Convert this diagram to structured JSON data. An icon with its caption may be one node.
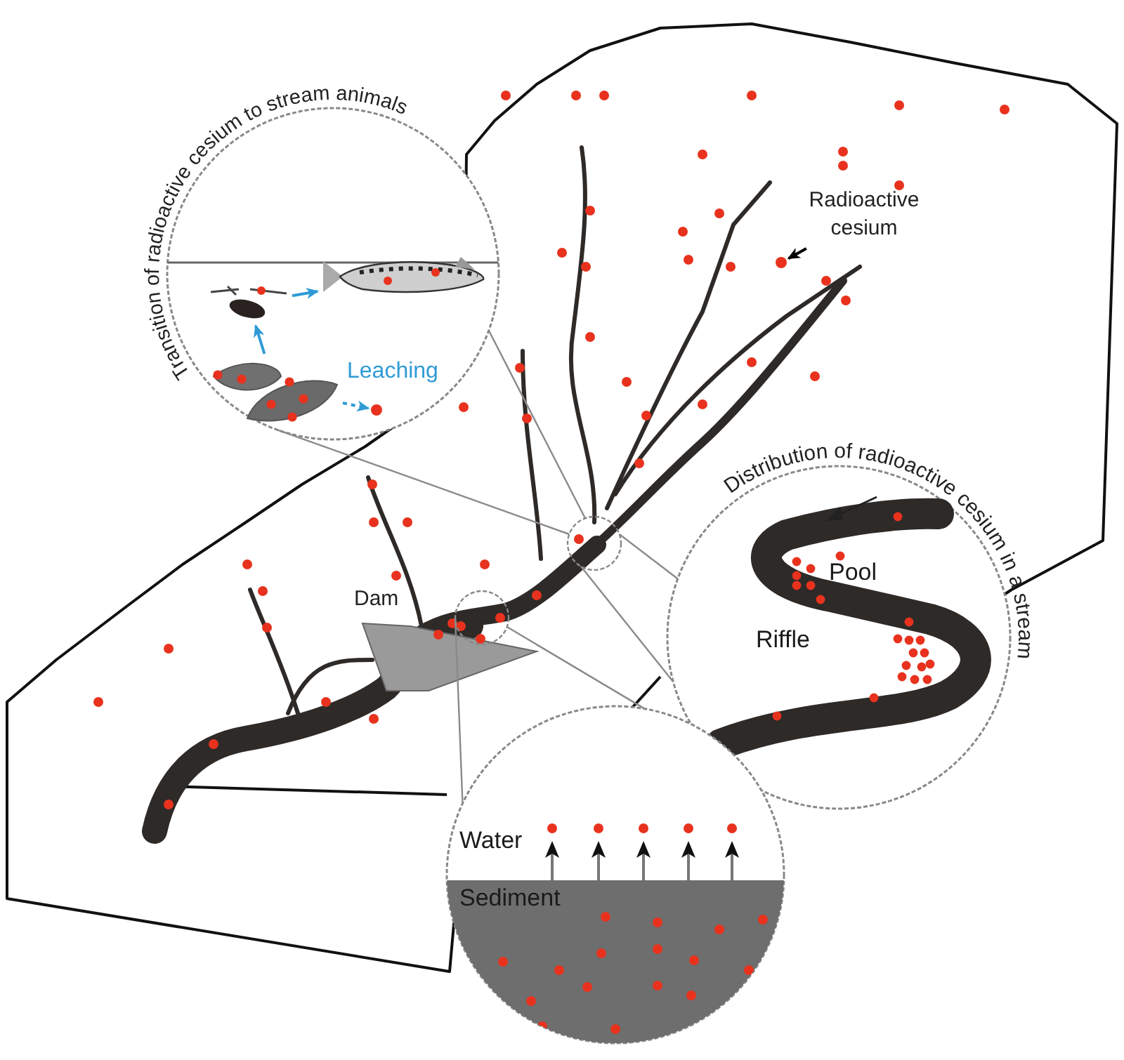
{
  "diagram": {
    "nodes": [
      {
        "text": [
          "Transition of radioactive cesium to stream animals"
        ]
      },
      {
        "text": [],
        "shape": "picture",
        "in": 0
      },
      {
        "text": [],
        "shape": "picture",
        "in": 0
      },
      {
        "text": [],
        "shape": "picture",
        "in": 0
      },
      {
        "text": [],
        "shape": "circle",
        "in": 0
      },
      {
        "text": [
          "Radioactive cesium"
        ]
      },
      {
        "text": [],
        "shape": "circle"
      },
      {
        "text": [],
        "shape": "circle"
      },
      {
        "text": [],
        "shape": "circle"
      },
      {
        "text": [
          "Distribution of radioactive cesium in a stream",
          "Pool",
          "Riffle"
        ]
      },
      {
        "text": [
          "Water",
          "Sediment"
        ]
      }
    ],
    "edges": [
      {
        "from": 3,
        "to": 1,
        "arrow": "to",
        "color": "#2f9bd6"
      },
      {
        "from": 1,
        "to": 2,
        "arrow": "to",
        "color": "#2f9bd6"
      },
      {
        "from": 3,
        "to": 4,
        "arrow": "to",
        "label": "Leaching",
        "style": "dashed",
        "color": "#2f9bd6"
      },
      {
        "from": 5,
        "to": 6,
        "arrow": "to",
        "color": "#000000"
      },
      {
        "from": 7,
        "to": 0,
        "arrow": "none",
        "color": "#8a8a8a"
      },
      {
        "from": 7,
        "to": 0,
        "arrow": "none",
        "color": "#8a8a8a"
      },
      {
        "from": 7,
        "to": 9,
        "arrow": "none",
        "color": "#8a8a8a"
      },
      {
        "from": 7,
        "to": 9,
        "arrow": "none",
        "color": "#8a8a8a"
      },
      {
        "from": 8,
        "to": 10,
        "arrow": "none",
        "color": "#8a8a8a"
      },
      {
        "from": 8,
        "to": 10,
        "arrow": "none",
        "color": "#8a8a8a"
      }
    ],
    "labels": [
      "Dam"
    ]
  }
}
